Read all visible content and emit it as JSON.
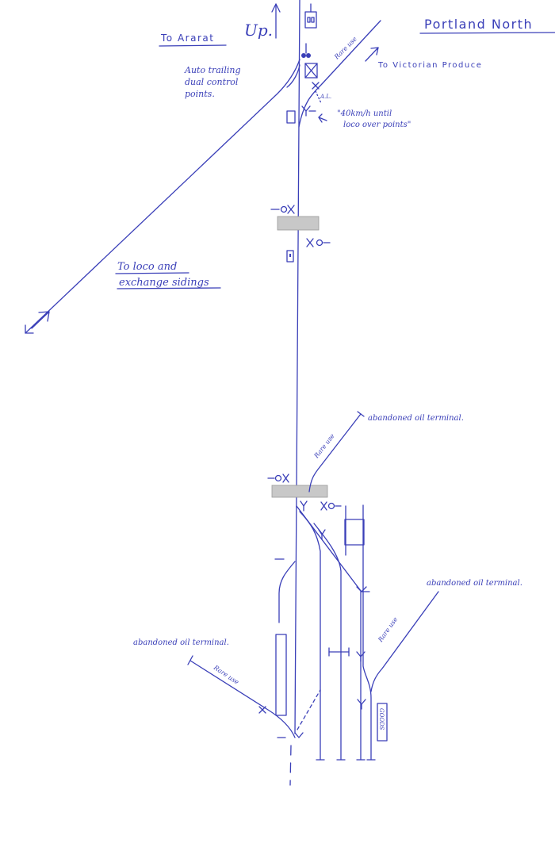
{
  "title": "Portland North",
  "direction": "Up.",
  "labels": {
    "to_ararat": "To Ararat",
    "to_victorian_produce": "To Victorian Produce",
    "auto_trailing_1": "Auto trailing",
    "auto_trailing_2": "dual control",
    "auto_trailing_3": "points.",
    "speed_note_1": "\"40km/h until",
    "speed_note_2": "loco over points\"",
    "al": "A.L.",
    "to_loco_1": "To loco and",
    "to_loco_2": "exchange sidings",
    "oil_terminal_top": "abandoned oil terminal.",
    "oil_terminal_right": "abandoned oil terminal.",
    "oil_terminal_left": "abandoned oil terminal.",
    "rare_use": "Rare use",
    "goods": "GOODS"
  },
  "colors": {
    "ink": "#3a3fb8",
    "platform": "#c8c8c8"
  }
}
